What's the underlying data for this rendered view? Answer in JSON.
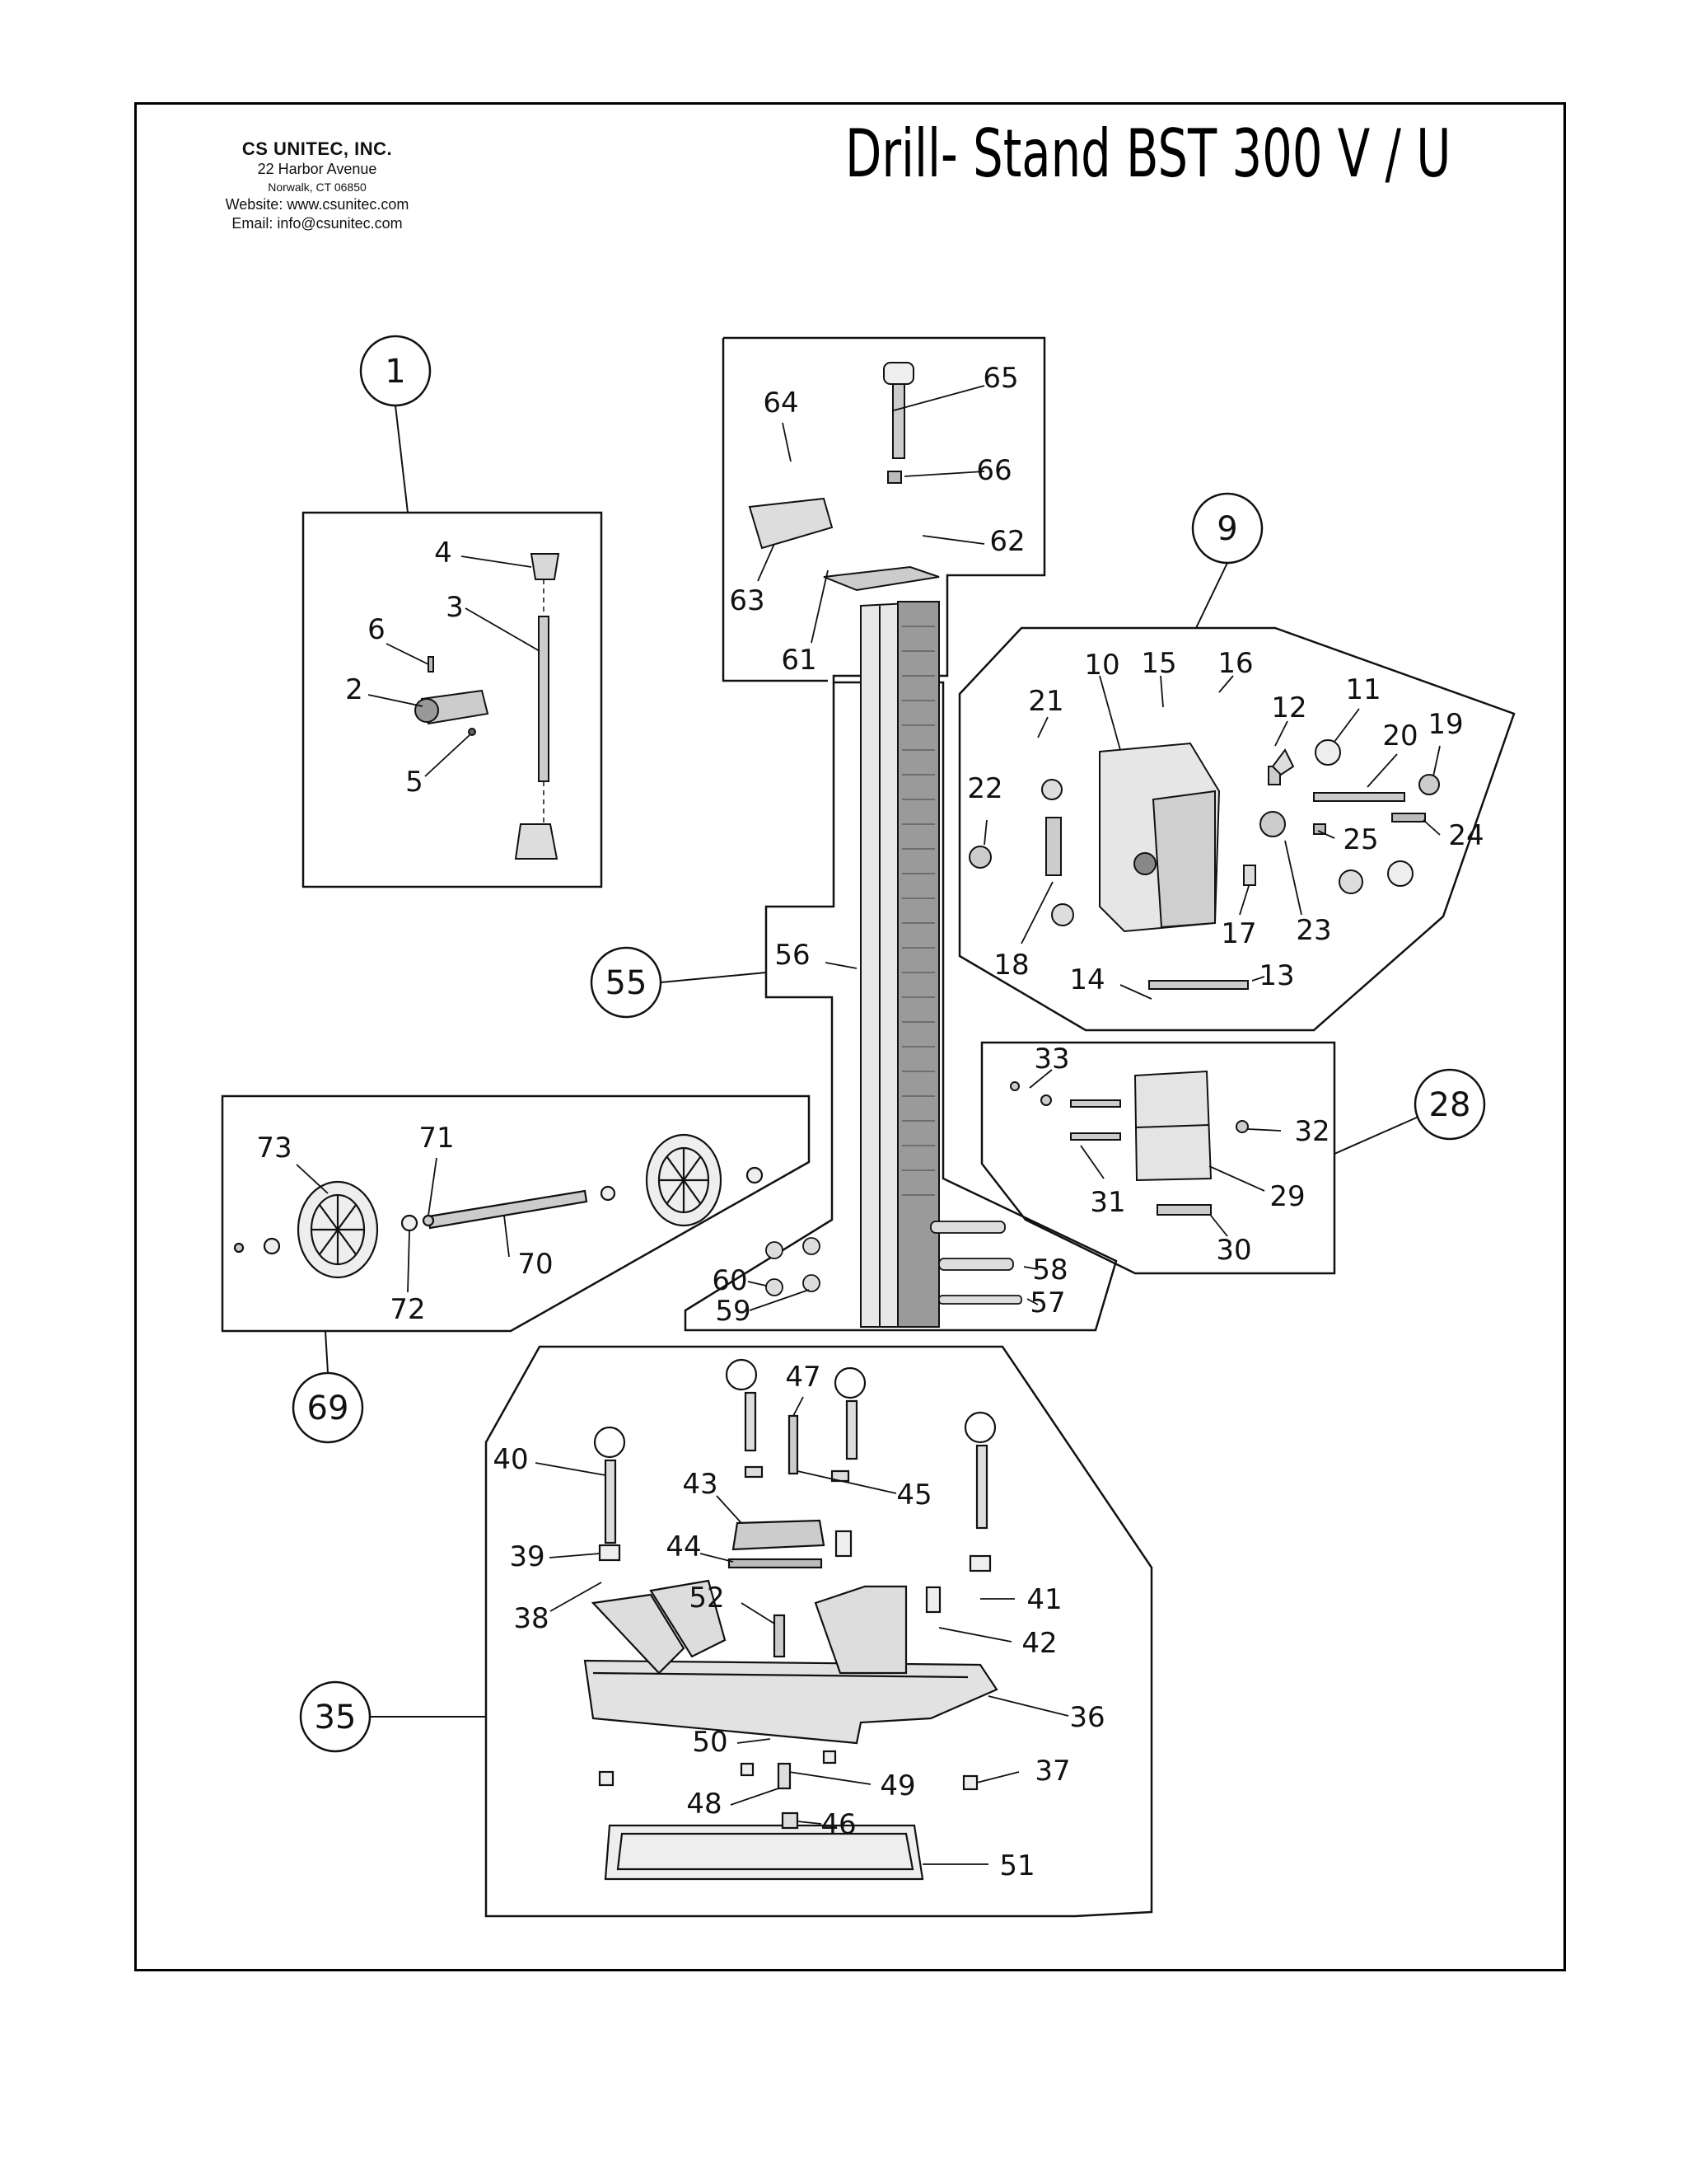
{
  "header": {
    "company": "CS UNITEC, INC.",
    "address": "22 Harbor Avenue",
    "city": "Norwalk, CT 06850",
    "website": "Website: www.csunitec.com",
    "email": "Email: info@csunitec.com",
    "title": "Drill- Stand BST 300 V / U"
  },
  "callouts": [
    {
      "id": "c1",
      "label": "1"
    },
    {
      "id": "c9",
      "label": "9"
    },
    {
      "id": "c28",
      "label": "28"
    },
    {
      "id": "c35",
      "label": "35"
    },
    {
      "id": "c55",
      "label": "55"
    },
    {
      "id": "c69",
      "label": "69"
    }
  ],
  "parts": {
    "handle": [
      "2",
      "3",
      "4",
      "5",
      "6"
    ],
    "carriage": [
      "10",
      "11",
      "12",
      "13",
      "14",
      "15",
      "16",
      "17",
      "18",
      "19",
      "20",
      "21",
      "22",
      "23",
      "24",
      "25"
    ],
    "clamp": [
      "29",
      "30",
      "31",
      "32",
      "33"
    ],
    "base": [
      "36",
      "37",
      "38",
      "39",
      "40",
      "41",
      "42",
      "43",
      "44",
      "45",
      "46",
      "47",
      "48",
      "49",
      "50",
      "51",
      "52"
    ],
    "column": [
      "56",
      "57",
      "58",
      "59",
      "60",
      "61",
      "62",
      "63",
      "64",
      "65",
      "66"
    ],
    "wheels": [
      "70",
      "71",
      "72",
      "73"
    ]
  }
}
